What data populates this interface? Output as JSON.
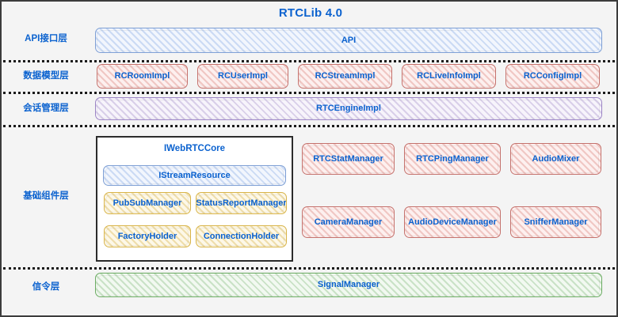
{
  "diagram": {
    "title": "RTCLib 4.0",
    "accent_text_color": "#0b62cf",
    "background_color": "#f4f4f4",
    "border_color": "#3c3c3c"
  },
  "layers": [
    {
      "label": "API接口层"
    },
    {
      "label": "数据模型层"
    },
    {
      "label": "会话管理层"
    },
    {
      "label": "基础组件层"
    },
    {
      "label": "信令层"
    }
  ],
  "nodes": {
    "api": {
      "label": "API",
      "color": "#7e9fd4"
    },
    "data_model": [
      {
        "label": "RCRoomImpl",
        "color": "#c4726d"
      },
      {
        "label": "RCUserImpl",
        "color": "#c4726d"
      },
      {
        "label": "RCStreamImpl",
        "color": "#c4726d"
      },
      {
        "label": "RCLiveInfoImpl",
        "color": "#c4726d"
      },
      {
        "label": "RCConfigImpl",
        "color": "#c4726d"
      }
    ],
    "session": {
      "label": "RTCEngineImpl",
      "color": "#9b84c4"
    },
    "core": {
      "title": "IWebRTCCore",
      "stream_resource": {
        "label": "IStreamResource",
        "color": "#7e9fd4"
      },
      "items": [
        {
          "label": "PubSubManager",
          "color": "#d8b44a"
        },
        {
          "label": "StatusReportManager",
          "color": "#d8b44a"
        },
        {
          "label": "FactoryHolder",
          "color": "#d8b44a"
        },
        {
          "label": "ConnectionHolder",
          "color": "#d8b44a"
        }
      ]
    },
    "components": [
      {
        "label": "RTCStatManager",
        "color": "#c4726d"
      },
      {
        "label": "RTCPingManager",
        "color": "#c4726d"
      },
      {
        "label": "AudioMixer",
        "color": "#c4726d"
      },
      {
        "label": "CameraManager",
        "color": "#c4726d"
      },
      {
        "label": "AudioDeviceManager",
        "color": "#c4726d"
      },
      {
        "label": "SnifferManager",
        "color": "#c4726d"
      }
    ],
    "signal": {
      "label": "SignalManager",
      "color": "#6bab63"
    }
  }
}
